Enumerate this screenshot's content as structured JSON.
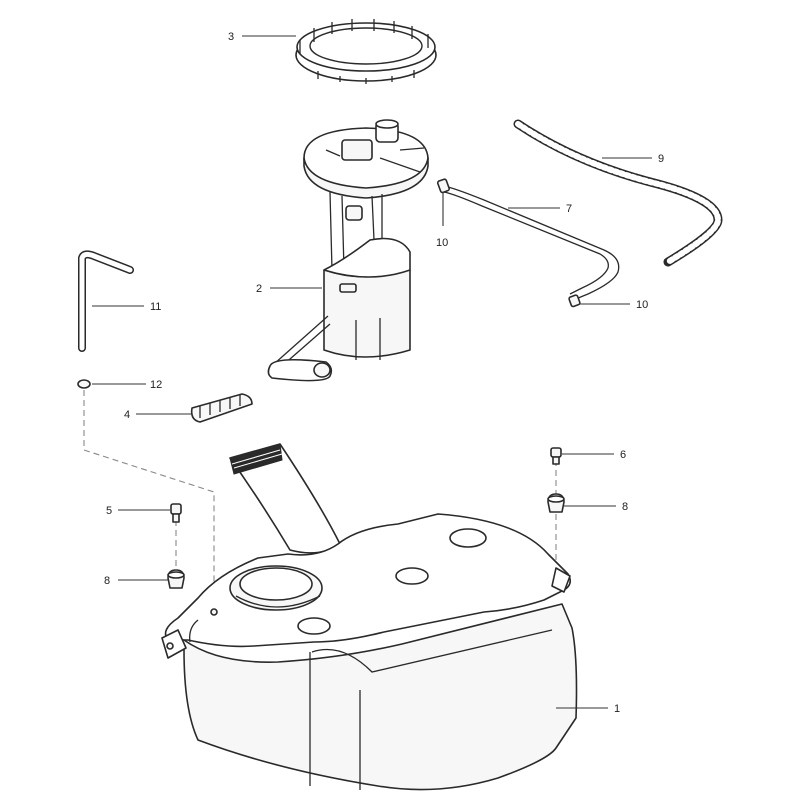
{
  "callouts": [
    {
      "id": "tank",
      "label": "1"
    },
    {
      "id": "pump",
      "label": "2"
    },
    {
      "id": "ring",
      "label": "3"
    },
    {
      "id": "clip",
      "label": "4"
    },
    {
      "id": "bolt",
      "label": "5"
    },
    {
      "id": "nut-right",
      "label": "6"
    },
    {
      "id": "hose",
      "label": "7"
    },
    {
      "id": "grommet-left",
      "label": "8"
    },
    {
      "id": "grommet-right",
      "label": "8"
    },
    {
      "id": "vent-hose",
      "label": "9"
    },
    {
      "id": "clamp-top",
      "label": "10"
    },
    {
      "id": "clamp-bottom",
      "label": "10"
    },
    {
      "id": "breather-pipe",
      "label": "11"
    },
    {
      "id": "washer",
      "label": "12"
    }
  ]
}
